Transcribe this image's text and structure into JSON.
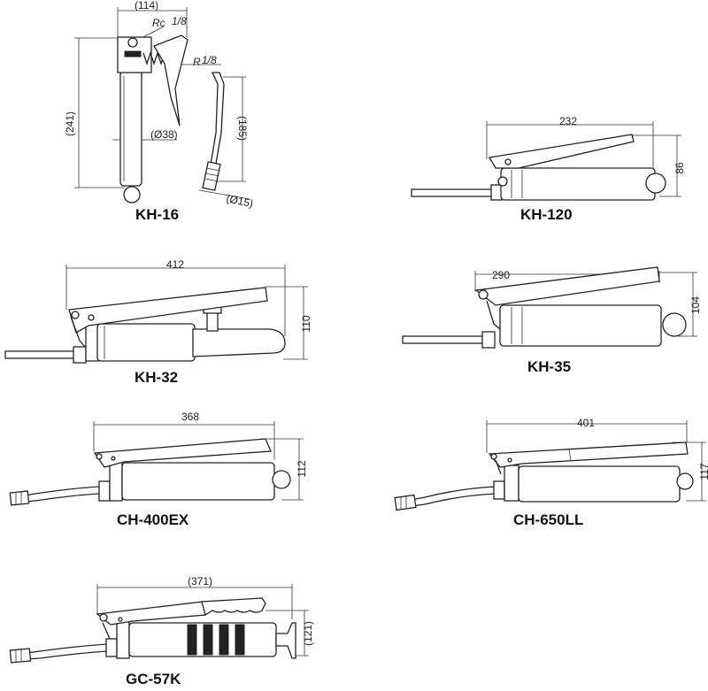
{
  "models": [
    {
      "name": "KH-16",
      "dims": {
        "width": "(114)",
        "height": "(241)",
        "tube": "(185)",
        "dia_barrel": "(Ø38)",
        "dia_nozzle": "(Ø15)",
        "thread_rc": "Rc",
        "thread_r": "R",
        "thread_frac": "1/8"
      }
    },
    {
      "name": "KH-120",
      "dims": {
        "length": "232",
        "height": "86"
      }
    },
    {
      "name": "KH-32",
      "dims": {
        "length": "412",
        "height": "110"
      }
    },
    {
      "name": "KH-35",
      "dims": {
        "length": "290",
        "height": "104"
      }
    },
    {
      "name": "CH-400EX",
      "dims": {
        "length": "368",
        "height": "112"
      }
    },
    {
      "name": "CH-650LL",
      "dims": {
        "length": "401",
        "height": "117"
      }
    },
    {
      "name": "GC-57K",
      "dims": {
        "length": "(371)",
        "height": "(121)"
      }
    }
  ]
}
